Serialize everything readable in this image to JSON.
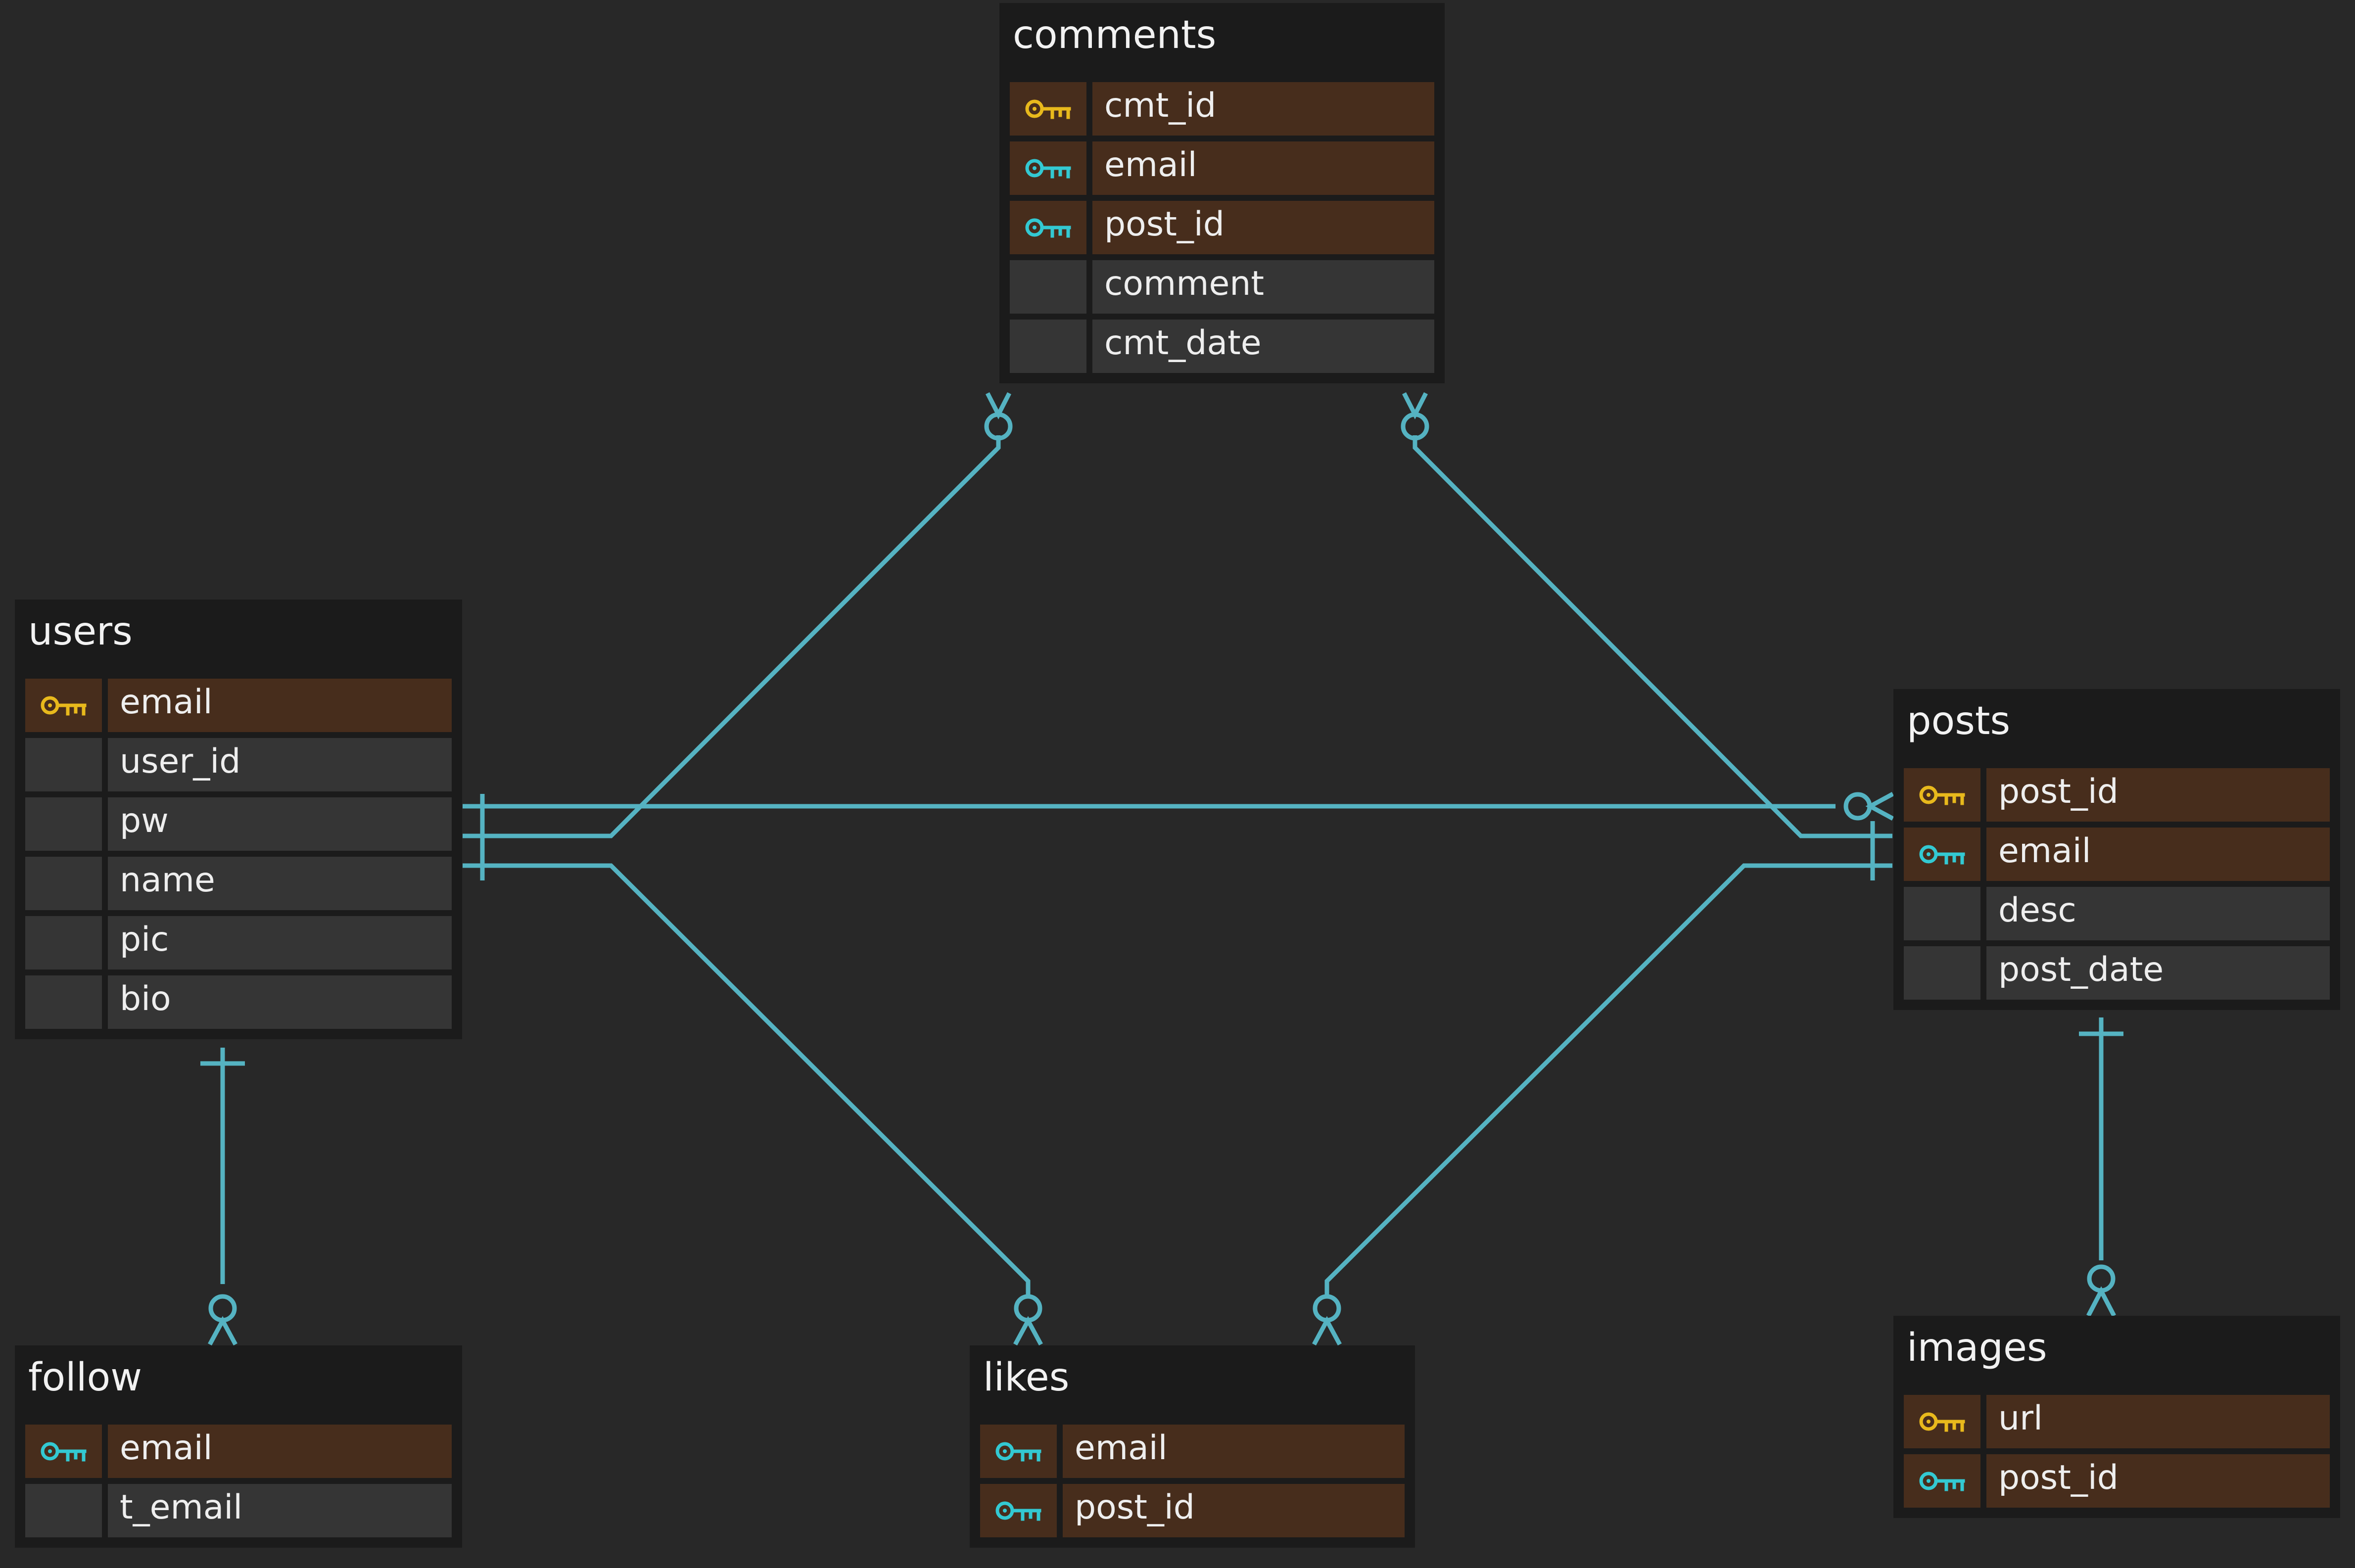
{
  "colors": {
    "background": "#282828",
    "table_bg": "#1b1b1b",
    "row_bg": "#353535",
    "key_row_bg": "#472d1c",
    "primary_key": "#e8b91c",
    "foreign_key": "#33c9d2",
    "relation_line": "#55b3c2"
  },
  "tables": [
    {
      "id": "comments",
      "name": "comments",
      "columns": [
        {
          "name": "cmt_id",
          "key": "primary"
        },
        {
          "name": "email",
          "key": "foreign"
        },
        {
          "name": "post_id",
          "key": "foreign"
        },
        {
          "name": "comment",
          "key": "none"
        },
        {
          "name": "cmt_date",
          "key": "none"
        }
      ]
    },
    {
      "id": "users",
      "name": "users",
      "columns": [
        {
          "name": "email",
          "key": "primary"
        },
        {
          "name": "user_id",
          "key": "none"
        },
        {
          "name": "pw",
          "key": "none"
        },
        {
          "name": "name",
          "key": "none"
        },
        {
          "name": "pic",
          "key": "none"
        },
        {
          "name": "bio",
          "key": "none"
        }
      ]
    },
    {
      "id": "posts",
      "name": "posts",
      "columns": [
        {
          "name": "post_id",
          "key": "primary"
        },
        {
          "name": "email",
          "key": "foreign"
        },
        {
          "name": "desc",
          "key": "none"
        },
        {
          "name": "post_date",
          "key": "none"
        }
      ]
    },
    {
      "id": "follow",
      "name": "follow",
      "columns": [
        {
          "name": "email",
          "key": "foreign"
        },
        {
          "name": "t_email",
          "key": "none"
        }
      ]
    },
    {
      "id": "likes",
      "name": "likes",
      "columns": [
        {
          "name": "email",
          "key": "foreign"
        },
        {
          "name": "post_id",
          "key": "foreign"
        }
      ]
    },
    {
      "id": "images",
      "name": "images",
      "columns": [
        {
          "name": "url",
          "key": "primary"
        },
        {
          "name": "post_id",
          "key": "foreign"
        }
      ]
    }
  ],
  "relationships": [
    {
      "from": "users",
      "to": "comments",
      "from_cardinality": "one",
      "to_cardinality": "zero-or-many"
    },
    {
      "from": "posts",
      "to": "comments",
      "from_cardinality": "one",
      "to_cardinality": "zero-or-many"
    },
    {
      "from": "users",
      "to": "posts",
      "from_cardinality": "one",
      "to_cardinality": "zero-or-many"
    },
    {
      "from": "users",
      "to": "likes",
      "from_cardinality": "one",
      "to_cardinality": "zero-or-many"
    },
    {
      "from": "posts",
      "to": "likes",
      "from_cardinality": "one",
      "to_cardinality": "zero-or-many"
    },
    {
      "from": "users",
      "to": "follow",
      "from_cardinality": "one",
      "to_cardinality": "zero-or-many"
    },
    {
      "from": "posts",
      "to": "images",
      "from_cardinality": "one",
      "to_cardinality": "zero-or-many"
    }
  ]
}
